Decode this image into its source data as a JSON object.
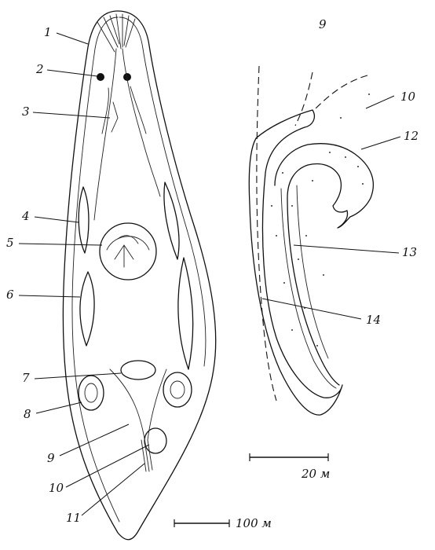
{
  "left_figure": {
    "labels": [
      "1",
      "2",
      "3",
      "4",
      "5",
      "6",
      "7",
      "8",
      "9",
      "10",
      "11"
    ],
    "scale_bar": "100 м"
  },
  "right_figure": {
    "labels": [
      "9",
      "10",
      "12",
      "13",
      "14"
    ],
    "scale_bar": "20 м"
  }
}
